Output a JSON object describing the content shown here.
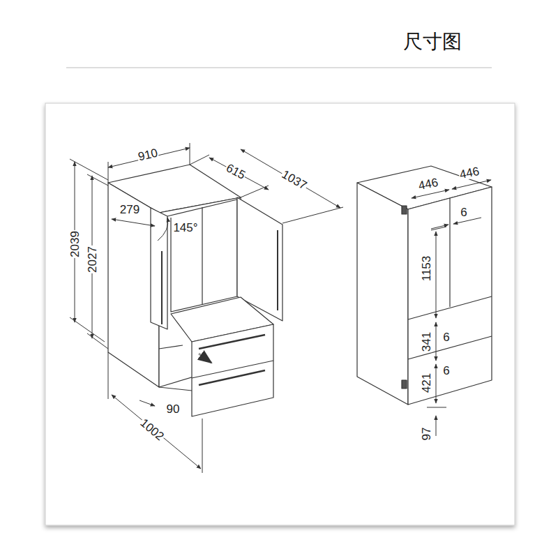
{
  "diagram": {
    "title": "尺寸图",
    "labels": [
      "910",
      "615",
      "1037",
      "279",
      "145°",
      "2039",
      "2027",
      "90",
      "1002",
      "446",
      "446",
      "6",
      "1153",
      "6",
      "341",
      "6",
      "421",
      "97"
    ]
  }
}
